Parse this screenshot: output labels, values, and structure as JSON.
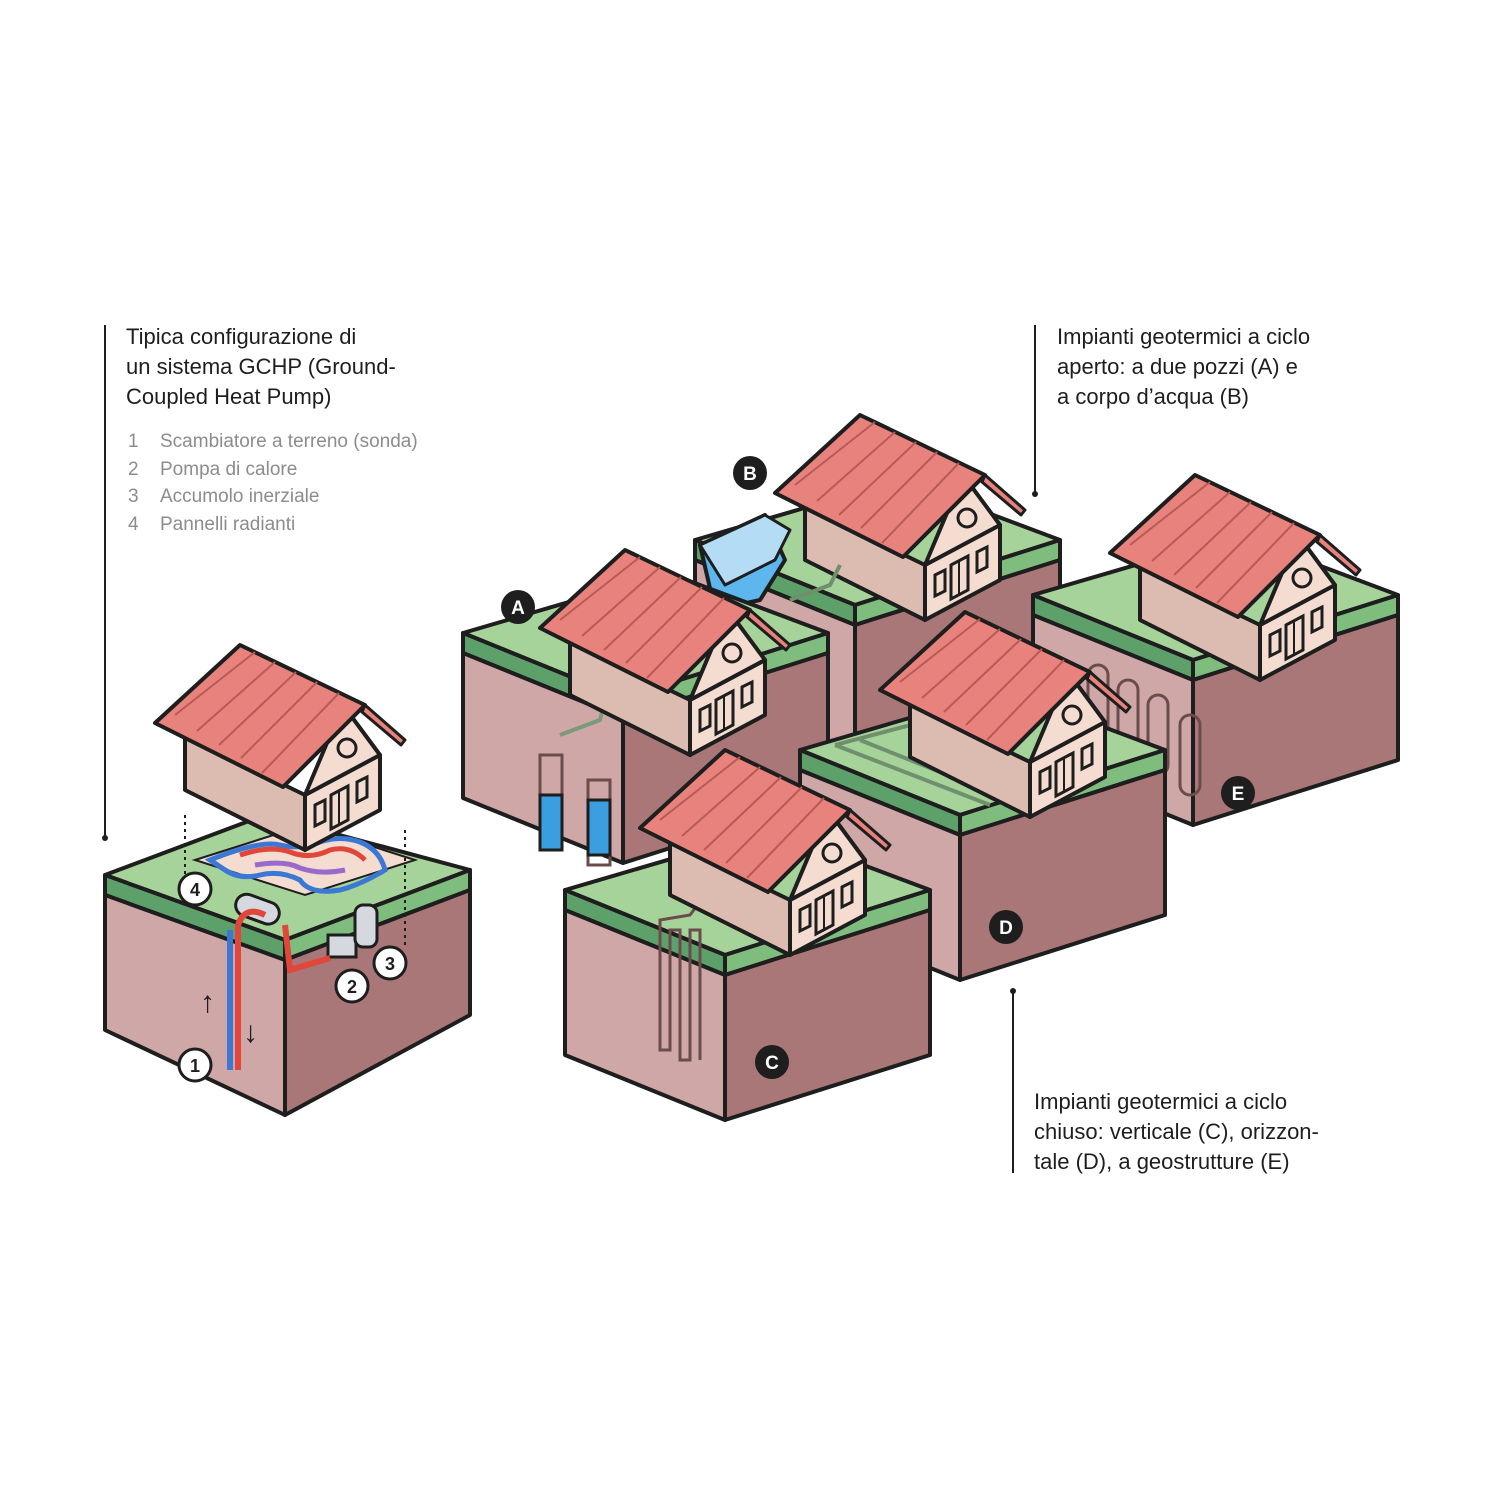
{
  "captions": {
    "gchp": {
      "lines": [
        "Tipica configurazione di",
        "un sistema GCHP (Ground-",
        "Coupled Heat Pump)"
      ]
    },
    "open_loop": {
      "lines": [
        "Impianti geotermici a ciclo",
        "aperto: a due pozzi (A) e",
        "a corpo d’acqua (B)"
      ]
    },
    "closed_loop": {
      "lines": [
        "Impianti geotermici a ciclo",
        "chiuso: verticale (C), orizzon-",
        "tale (D), a geostrutture (E)"
      ]
    }
  },
  "legend": [
    {
      "num": "1",
      "label": "Scambiatore a terreno (sonda)"
    },
    {
      "num": "2",
      "label": "Pompa di calore"
    },
    {
      "num": "3",
      "label": "Accumolo inerziale"
    },
    {
      "num": "4",
      "label": "Pannelli radianti"
    }
  ],
  "markers": {
    "A": "A",
    "B": "B",
    "C": "C",
    "D": "D",
    "E": "E",
    "n1": "1",
    "n2": "2",
    "n3": "3",
    "n4": "4"
  },
  "flow_arrows": {
    "up": "↑",
    "down": "↓"
  },
  "colors": {
    "soil": "#cfa7a7",
    "soil_dark": "#a97777",
    "grass": "#a6d39a",
    "grass_edge": "#5ea06a",
    "roof": "#e8827c",
    "wall": "#f4dcd0",
    "hot_pipe": "#e0463a",
    "cold_pipe": "#3b78d4",
    "water": "#5db7ee",
    "outline": "#1e1e1e"
  }
}
